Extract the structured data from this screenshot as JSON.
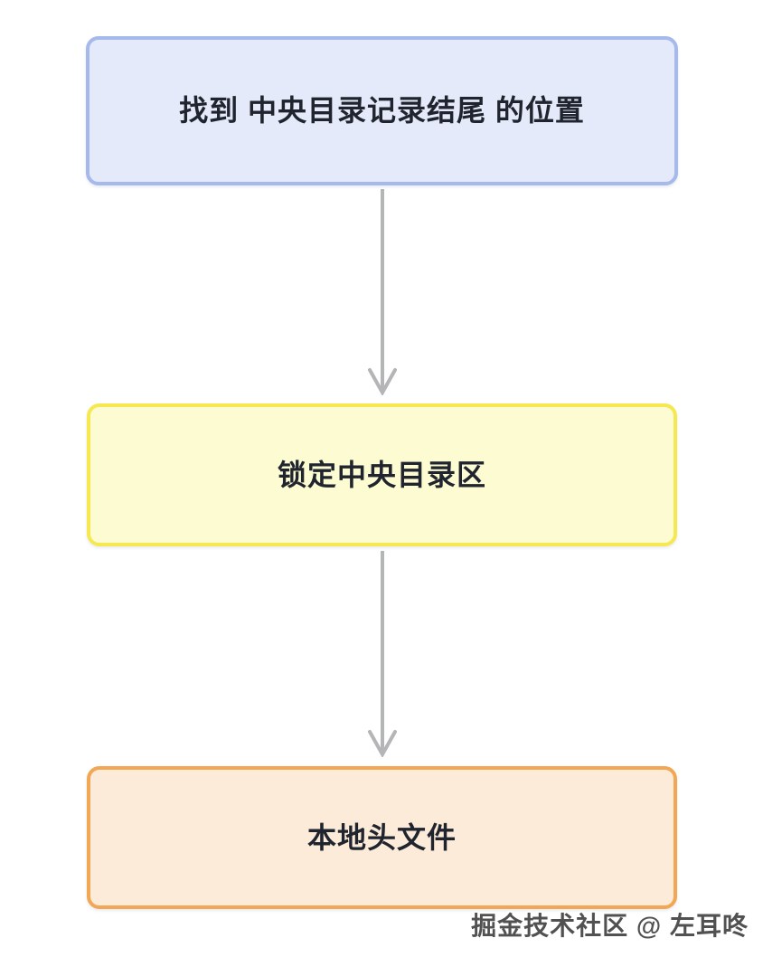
{
  "page": {
    "background": "#ffffff"
  },
  "flowchart": {
    "type": "flowchart",
    "direction": "top-down",
    "arrow_color": "#b4b5b7",
    "text_color": "#20242e",
    "nodes": [
      {
        "id": "find-eocd",
        "label": "找到 中央目录记录结尾 的位置",
        "fill": "#e4eafa",
        "border": "#a5b9ea"
      },
      {
        "id": "lock-central-directory",
        "label": "锁定中央目录区",
        "fill": "#fdfbd1",
        "border": "#f5e851"
      },
      {
        "id": "local-file-header",
        "label": "本地头文件",
        "fill": "#fcebd8",
        "border": "#f2a755"
      }
    ],
    "connectors": [
      {
        "from": "find-eocd",
        "to": "lock-central-directory"
      },
      {
        "from": "lock-central-directory",
        "to": "local-file-header"
      }
    ]
  },
  "watermark": {
    "text": "掘金技术社区 @ 左耳咚",
    "color": "#515151"
  }
}
